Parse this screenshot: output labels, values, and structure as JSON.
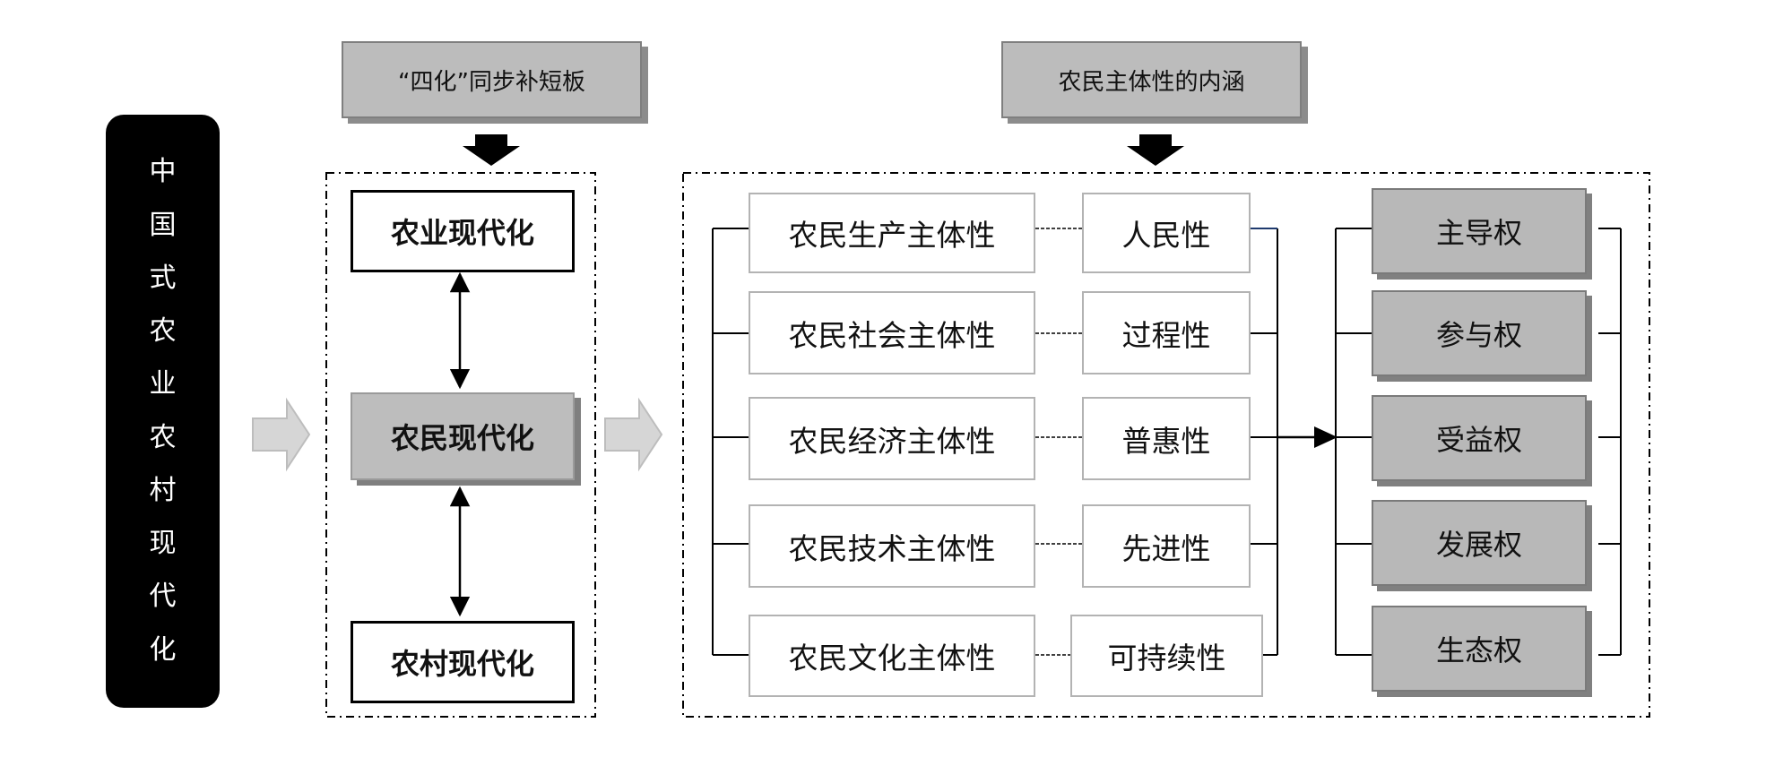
{
  "title_chars": [
    "中",
    "国",
    "式",
    "农",
    "业",
    "农",
    "村",
    "现",
    "代",
    "化"
  ],
  "left_header": "“四化”同步补短板",
  "right_header": "农民主体性的内涵",
  "modernizations": [
    "农业现代化",
    "农民现代化",
    "农村现代化"
  ],
  "subjectivity": [
    "农民生产主体性",
    "农民社会主体性",
    "农民经济主体性",
    "农民技术主体性",
    "农民文化主体性"
  ],
  "attributes": [
    "人民性",
    "过程性",
    "普惠性",
    "先进性",
    "可持续性"
  ],
  "rights": [
    "主导权",
    "参与权",
    "受益权",
    "发展权",
    "生态权"
  ],
  "colors": {
    "black": "#000000",
    "gray_box": "#bcbcbc",
    "gray_shadow": "#808080",
    "arrow_gray": "#d3d3d3"
  }
}
